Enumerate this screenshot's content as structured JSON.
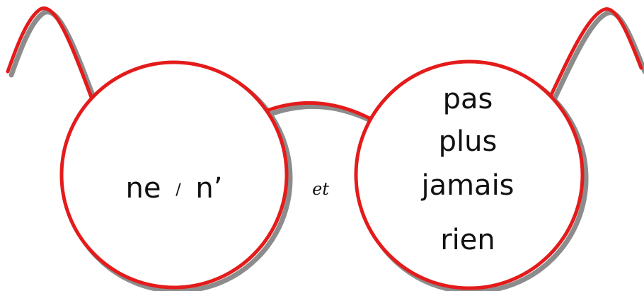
{
  "left_lens": {
    "word_ne": "ne",
    "separator": "/",
    "word_n": "n’"
  },
  "connector": "et",
  "right_lens": {
    "words": [
      "pas",
      "plus",
      "jamais",
      "rien"
    ]
  },
  "colors": {
    "frame": "#e41b1b",
    "shadow": "#8c8c8c",
    "background": "#ffffff",
    "text": "#111111"
  }
}
